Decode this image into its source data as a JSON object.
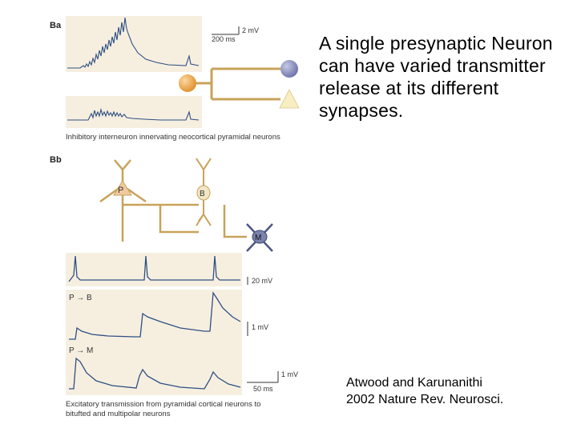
{
  "slide": {
    "body_text": "A single presynaptic Neuron can have varied transmitter release at its different synapses.",
    "citation_line1": "Atwood and Karunanithi",
    "citation_line2": "2002 Nature Rev. Neurosci."
  },
  "figure": {
    "panel_a": {
      "label": "Ba",
      "scale_voltage": "2 mV",
      "scale_time": "200 ms",
      "caption": "Inhibitory interneuron innervating neocortical pyramidal neurons"
    },
    "panel_b": {
      "label": "Bb",
      "cell_p": "P",
      "cell_b": "B",
      "cell_m": "M",
      "trace_label_pb": "P → B",
      "trace_label_pm": "P → M",
      "scale_top": "20 mV",
      "scale_mid": "1 mV",
      "scale_bottom_voltage": "1 mV",
      "scale_bottom_time": "50 ms",
      "caption_line1": "Excitatory transmission from pyramidal cortical neurons to",
      "caption_line2": "bitufted and multipolar neurons"
    }
  },
  "colors": {
    "panel_bg": "#f6efe0",
    "axon": "#c8a35a",
    "trace": "#2f4f82",
    "presynaptic_soma": "#e8a040",
    "blue_target": "#7f86b8",
    "triangle_target": "#f8eec0",
    "cell_b_fill": "#f1e6c6",
    "cell_m_fill": "#7a83ad"
  }
}
